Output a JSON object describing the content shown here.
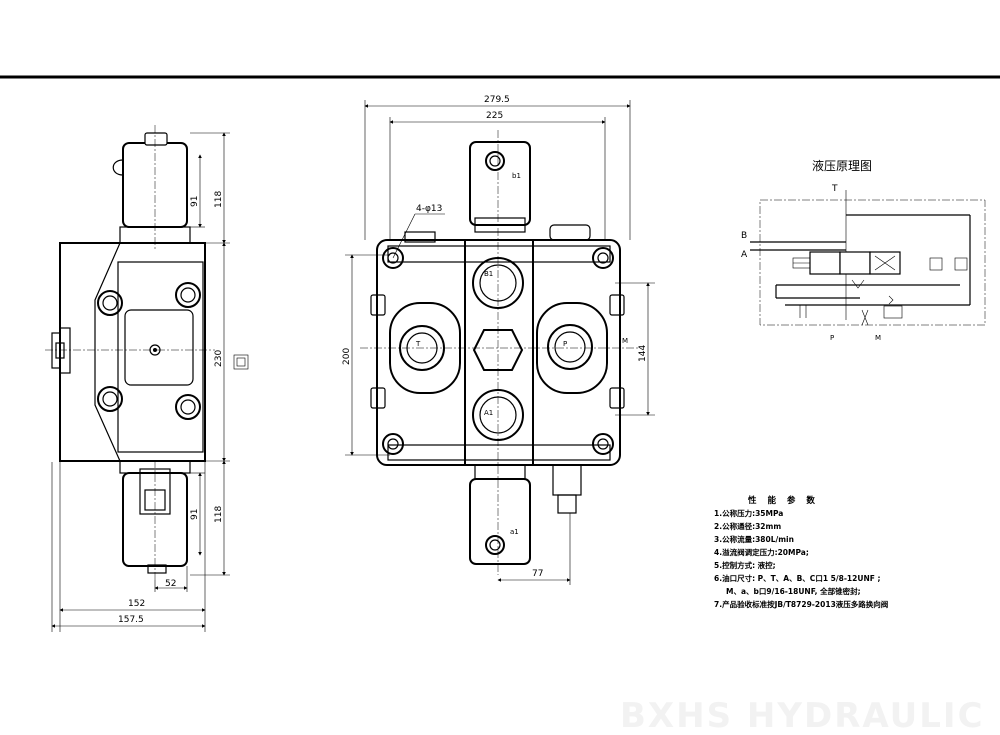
{
  "side_view": {
    "dims": {
      "d118_top": "118",
      "d91_top": "91",
      "d230": "230",
      "d91_bot": "91",
      "d118_bot": "118",
      "d52": "52",
      "d152": "152",
      "d157": "157.5"
    }
  },
  "front_view": {
    "dims": {
      "d279": "279.5",
      "d225": "225",
      "d200": "200",
      "d144": "144",
      "d77": "77",
      "holes": "4-φ13"
    },
    "ports": {
      "b1": "b1",
      "B1": "B1",
      "T": "T",
      "P": "P",
      "A1": "A1",
      "a1": "a1",
      "M": "M"
    }
  },
  "schematic": {
    "title": "液压原理图",
    "labels": {
      "T": "T",
      "B": "B",
      "A": "A",
      "P": "P",
      "M": "M"
    }
  },
  "specs": {
    "title": "性 能 参 数",
    "items": [
      "1.公称压力:35MPa",
      "2.公称通径:32mm",
      "3.公称流量:380L/min",
      "4.溢流阀调定压力:20MPa;",
      "5.控制方式: 液控;",
      "6.油口尺寸: P、T、A、B、C口1 5/8-12UNF ;",
      "M、a、b口9/16-18UNF, 全部锥密封;",
      "7.产品验收标准按JB/T8729-2013液压多路换向阀"
    ]
  },
  "watermark": "BXHS HYDRAULIC"
}
